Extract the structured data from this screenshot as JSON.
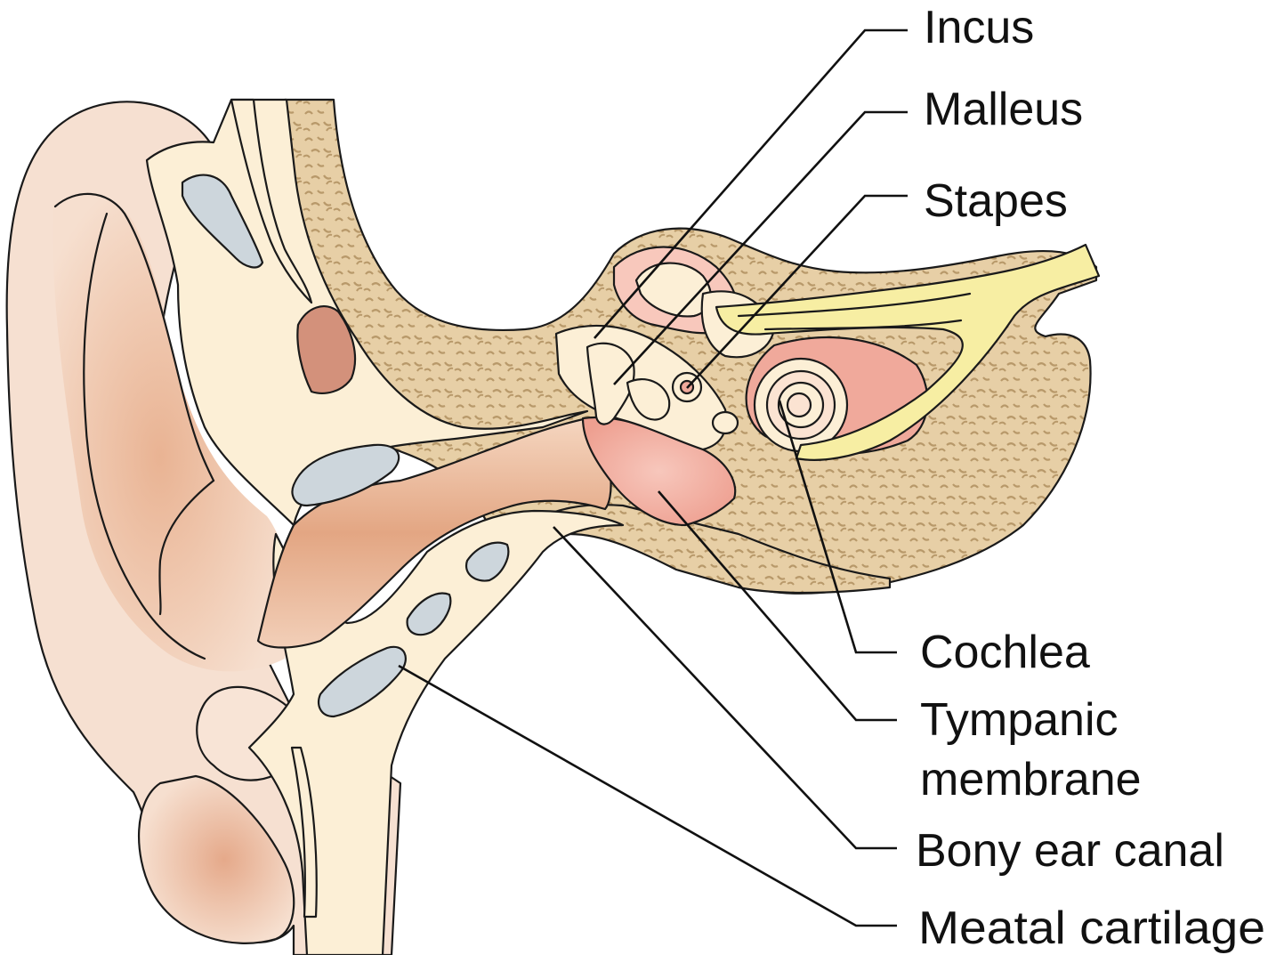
{
  "labels": {
    "incus": "Incus",
    "malleus": "Malleus",
    "stapes": "Stapes",
    "cochlea": "Cochlea",
    "tympanic_line1": "Tympanic",
    "tympanic_line2": "membrane",
    "bony_ear_canal": "Bony ear canal",
    "meatal_cartilage": "Meatal cartilage"
  },
  "colors": {
    "skin": "#f5dccb",
    "skin_shadow": "#e2a583",
    "cartilage": "#fcefd6",
    "cartilage_hole": "#cdd6dc",
    "muscle": "#d3917b",
    "bone": "#e7cfa6",
    "bone_speckle": "#b8996a",
    "membrane_pink": "#f0a99b",
    "nerve_yellow": "#f7eea3",
    "cochlea_fill": "#fbeed6"
  }
}
